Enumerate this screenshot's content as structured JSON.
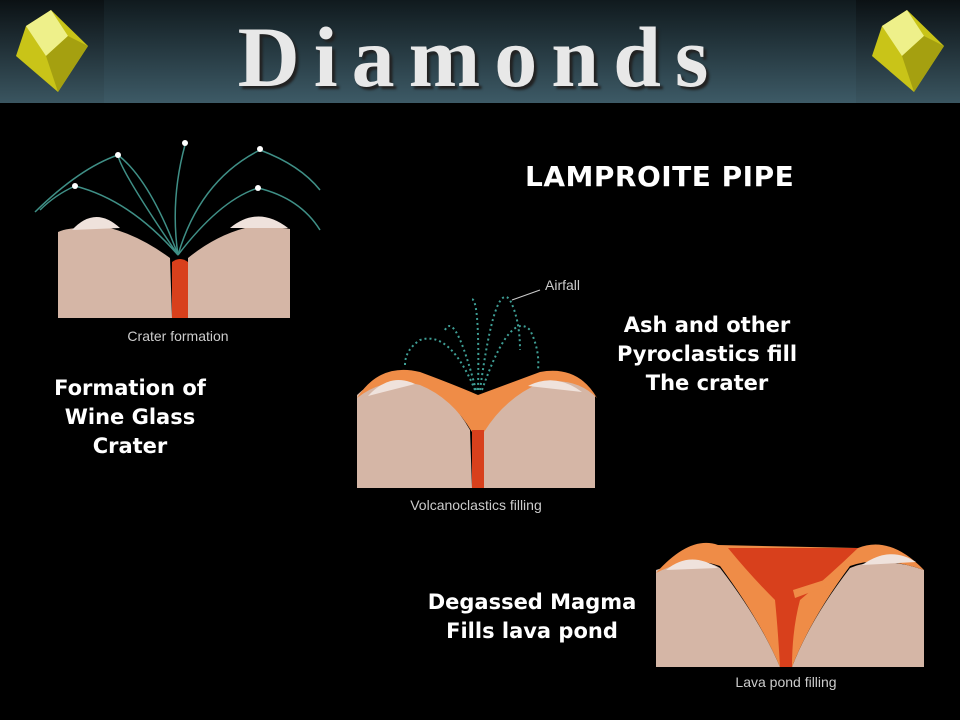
{
  "banner": {
    "title": "Diamonds"
  },
  "slide": {
    "title": "LAMPROITE PIPE"
  },
  "labels": {
    "crater": [
      "Formation of",
      "Wine Glass",
      "Crater"
    ],
    "ash": [
      "Ash and other",
      "Pyroclastics fill",
      "The crater"
    ],
    "magma": [
      "Degassed Magma",
      "Fills lava pond"
    ]
  },
  "diagrams": {
    "crater_caption": "Crater formation",
    "volcano_caption": "Volcanoclastics filling",
    "airfall_label": "Airfall",
    "lava_caption": "Lava pond filling"
  },
  "colors": {
    "rock": "#d5b6a6",
    "pyroclastic": "#ef8c47",
    "magma": "#d8401c"
  }
}
